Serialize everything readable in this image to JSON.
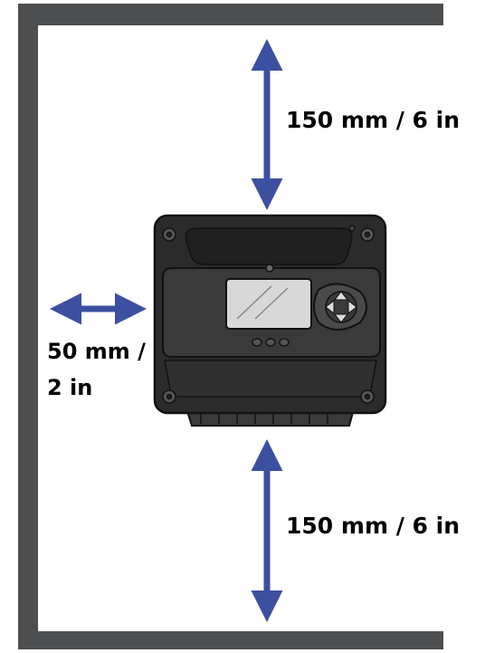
{
  "colors": {
    "wall": "#4d4e50",
    "arrow": "#3c50a0",
    "device_body": "#2b2b2b",
    "device_panel": "#3a3a3a",
    "screen": "#d8d8d8"
  },
  "icons": {
    "device": "charge-controller-icon",
    "keypad": "four-way-keypad-icon"
  },
  "labels": {
    "top_clearance": "150 mm / 6 in",
    "bottom_clearance": "150 mm / 6 in",
    "side_clearance_line1": "50 mm /",
    "side_clearance_line2": "2 in"
  }
}
